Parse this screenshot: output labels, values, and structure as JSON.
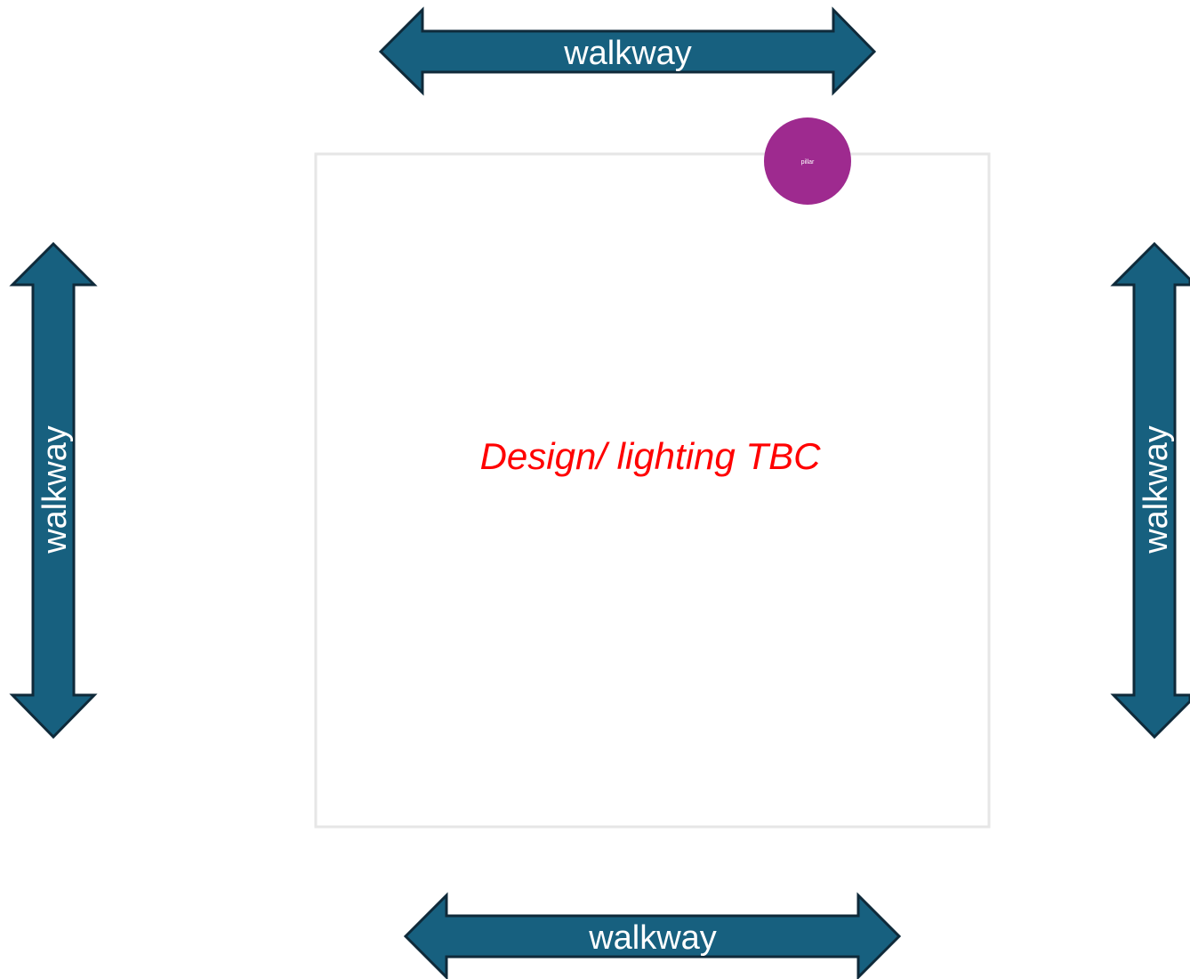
{
  "diagram": {
    "walkway_top_label": "walkway",
    "walkway_bottom_label": "walkway",
    "walkway_left_label": "walkway",
    "walkway_right_label": "walkway",
    "pillar_label": "pillar",
    "center_note": "Design/ lighting TBC"
  },
  "colors": {
    "arrow_fill": "#17607f",
    "arrow_outline": "#0f2a3a",
    "pillar_fill": "#9e2a8f",
    "note_text": "#ff0000",
    "stand_border": "#e6e6e6"
  }
}
